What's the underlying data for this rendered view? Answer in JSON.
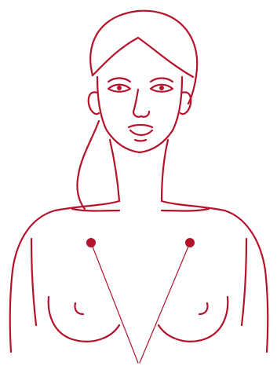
{
  "illustration": {
    "subject": "female-torso-line-drawing",
    "line_color": "#b5122b",
    "marker_color": "#b5122b",
    "background_color": "#ffffff",
    "markers": [
      {
        "name": "left-chest-marker"
      },
      {
        "name": "right-chest-marker"
      }
    ]
  }
}
